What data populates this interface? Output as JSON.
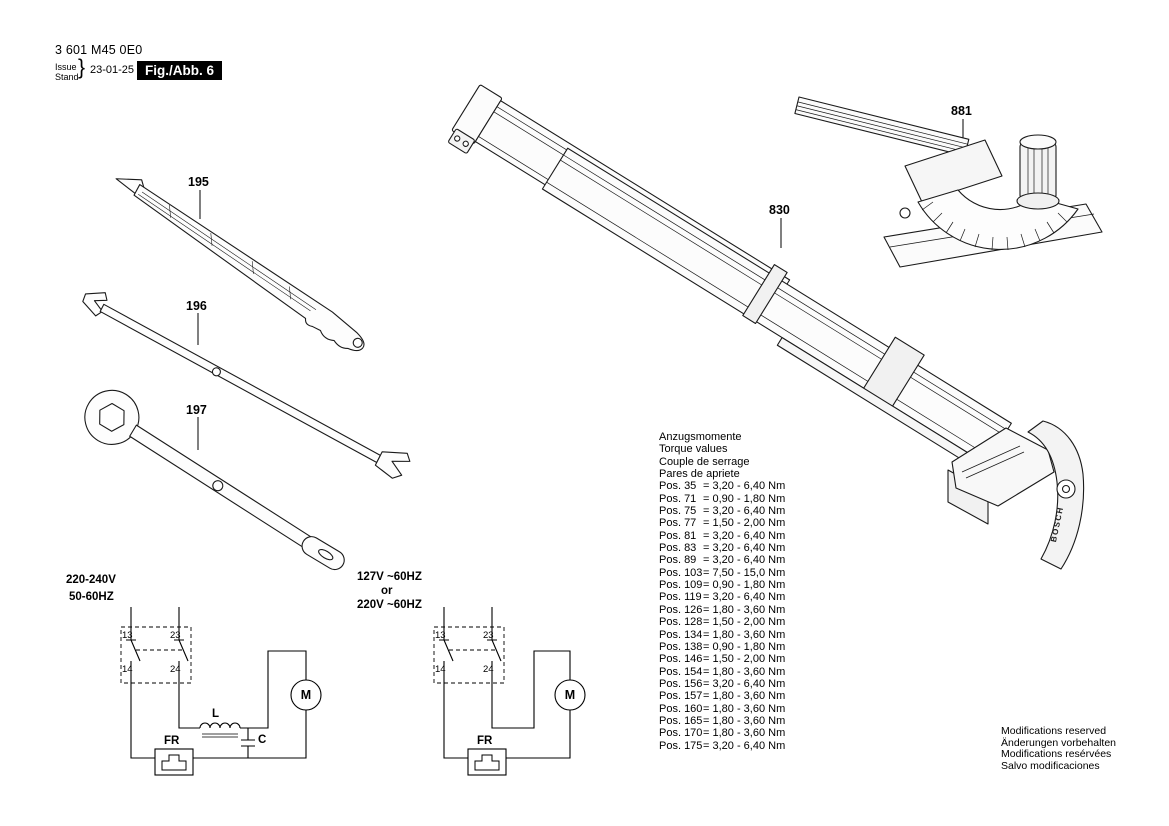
{
  "header": {
    "part_number": "3 601 M45 0E0",
    "issue_label": "Issue",
    "stand_label": "Stand",
    "brace": "}",
    "date": "23-01-25",
    "figure_label": "Fig./Abb. 6"
  },
  "labels": {
    "wrench_flat": "195",
    "wrench_open": "196",
    "wrench_ring": "197",
    "rail": "830",
    "miter_gauge": "881",
    "brand": "BOSCH"
  },
  "torque": {
    "titles": [
      "Anzugsmomente",
      "Torque values",
      "Couple de serrage",
      "Pares de apriete"
    ],
    "rows": [
      {
        "pos": "Pos. 35",
        "val": "= 3,20 - 6,40 Nm"
      },
      {
        "pos": "Pos. 71",
        "val": "= 0,90 - 1,80 Nm"
      },
      {
        "pos": "Pos. 75",
        "val": "= 3,20 - 6,40 Nm"
      },
      {
        "pos": "Pos. 77",
        "val": "= 1,50 - 2,00 Nm"
      },
      {
        "pos": "Pos. 81",
        "val": "= 3,20 - 6,40 Nm"
      },
      {
        "pos": "Pos. 83",
        "val": "= 3,20 - 6,40 Nm"
      },
      {
        "pos": "Pos. 89",
        "val": "= 3,20 - 6,40 Nm"
      },
      {
        "pos": "Pos. 103",
        "val": "= 7,50 - 15,0 Nm"
      },
      {
        "pos": "Pos. 109",
        "val": "= 0,90 - 1,80 Nm"
      },
      {
        "pos": "Pos. 119",
        "val": "= 3,20 - 6,40 Nm"
      },
      {
        "pos": "Pos. 126",
        "val": "= 1,80 - 3,60 Nm"
      },
      {
        "pos": "Pos. 128",
        "val": "= 1,50 - 2,00 Nm"
      },
      {
        "pos": "Pos. 134",
        "val": "= 1,80 - 3,60 Nm"
      },
      {
        "pos": "Pos. 138",
        "val": "= 0,90 - 1,80 Nm"
      },
      {
        "pos": "Pos. 146",
        "val": "= 1,50 - 2,00 Nm"
      },
      {
        "pos": "Pos. 154",
        "val": "= 1,80 - 3,60 Nm"
      },
      {
        "pos": "Pos. 156",
        "val": "= 3,20 - 6,40 Nm"
      },
      {
        "pos": "Pos. 157",
        "val": "= 1,80 - 3,60 Nm"
      },
      {
        "pos": "Pos. 160",
        "val": "= 1,80 - 3,60 Nm"
      },
      {
        "pos": "Pos. 165",
        "val": "= 1,80 - 3,60 Nm"
      },
      {
        "pos": "Pos. 170",
        "val": "= 1,80 - 3,60 Nm"
      },
      {
        "pos": "Pos. 175",
        "val": "= 3,20 - 6,40 Nm"
      }
    ]
  },
  "circuit_left": {
    "voltage_line1": "220-240V",
    "voltage_line2": "50-60HZ",
    "t13": "13",
    "t23": "23",
    "t14": "14",
    "t24": "24",
    "inductor": "L",
    "capacitor": "C",
    "filter": "FR",
    "motor": "M"
  },
  "circuit_right": {
    "voltage_line1": "127V ~60HZ",
    "voltage_line2": "or",
    "voltage_line3": "220V ~60HZ",
    "t13": "13",
    "t23": "23",
    "t14": "14",
    "t24": "24",
    "filter": "FR",
    "motor": "M"
  },
  "footer": {
    "lines": [
      "Modifications reserved",
      "Änderungen vorbehalten",
      "Modifications resérvées",
      "Salvo modificaciones"
    ]
  }
}
